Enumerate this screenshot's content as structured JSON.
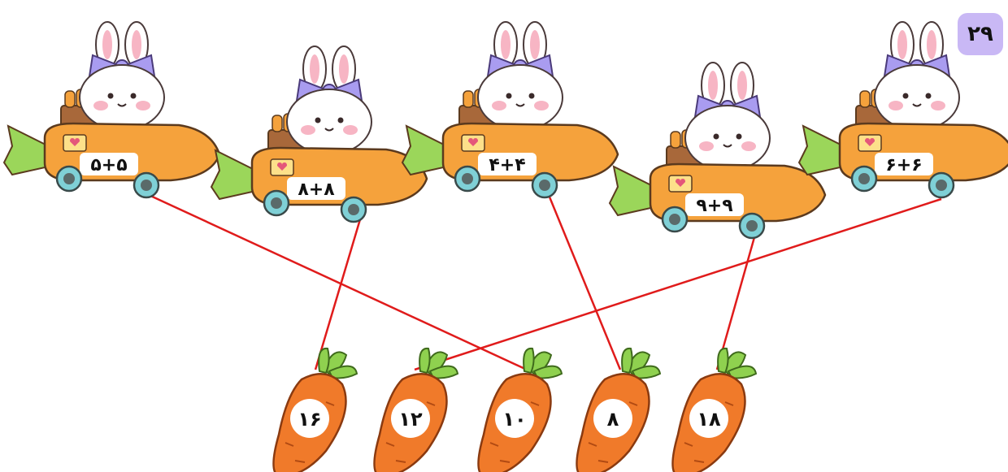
{
  "page_number": "۲۹",
  "colors": {
    "carrot": "#f5a23c",
    "carrot_dark": "#e36b1f",
    "leaf": "#8fd14f",
    "wheel": "#7fd0d6",
    "bow": "#a99cf0",
    "line": "#e01b1b",
    "badge": "#c9b8f5"
  },
  "cars": [
    {
      "expression": "۵+۵",
      "icon": "bunny-carrot-car"
    },
    {
      "expression": "۸+۸",
      "icon": "bunny-carrot-car"
    },
    {
      "expression": "۴+۴",
      "icon": "bunny-carrot-car"
    },
    {
      "expression": "۹+۹",
      "icon": "bunny-carrot-car"
    },
    {
      "expression": "۶+۶",
      "icon": "bunny-carrot-car"
    }
  ],
  "answers": [
    {
      "value": "۱۶",
      "icon": "carrot"
    },
    {
      "value": "۱۲",
      "icon": "carrot"
    },
    {
      "value": "۱۰",
      "icon": "carrot"
    },
    {
      "value": "۸",
      "icon": "carrot"
    },
    {
      "value": "۱۸",
      "icon": "carrot"
    }
  ],
  "matches": [
    {
      "car": 0,
      "answer": 2
    },
    {
      "car": 1,
      "answer": 0
    },
    {
      "car": 2,
      "answer": 3
    },
    {
      "car": 3,
      "answer": 4
    },
    {
      "car": 4,
      "answer": 1
    }
  ]
}
